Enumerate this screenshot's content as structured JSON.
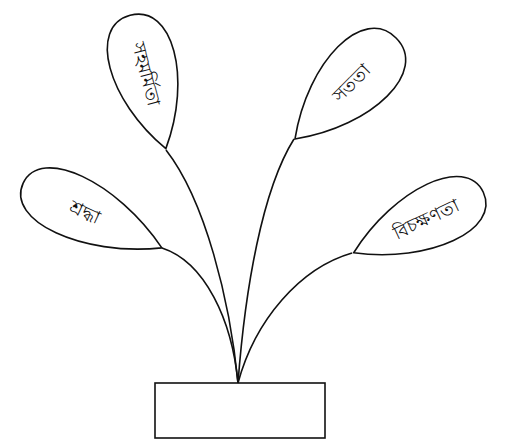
{
  "diagram": {
    "nodes": [
      {
        "text": [
          "শ্রদ্ধা"
        ]
      },
      {
        "text": [
          "সহমর্মিতা"
        ]
      },
      {
        "text": [
          "সততা"
        ]
      },
      {
        "text": [
          "বিচক্ষণতা"
        ]
      }
    ]
  }
}
